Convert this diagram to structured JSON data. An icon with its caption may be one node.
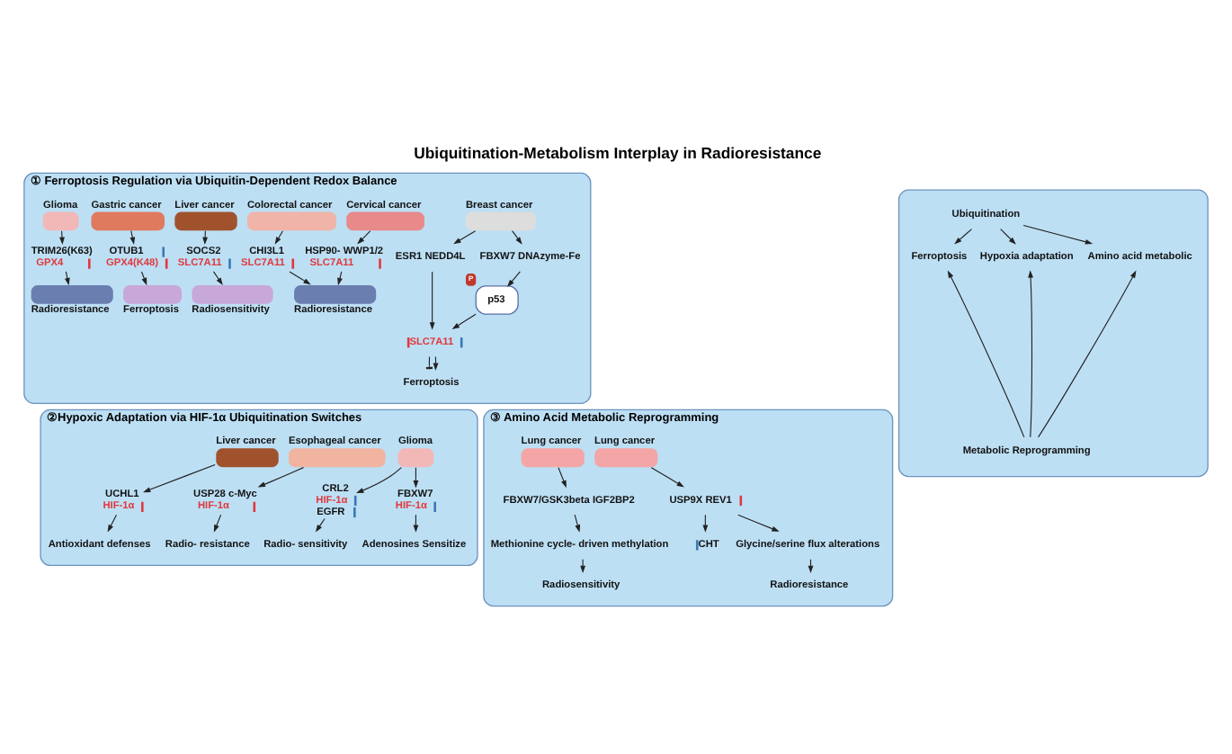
{
  "diagram": {
    "title": "Ubiquitination-Metabolism Interplay in Radioresistance",
    "nodes": [
      {
        "text": [
          "① Ferroptosis Regulation via Ubiquitin-Dependent Redox Balance"
        ]
      },
      {
        "text": [
          "Glioma"
        ],
        "in": 0
      },
      {
        "text": [
          "TRIM26(K63)",
          "GPX4"
        ],
        "in": 0
      },
      {
        "text": [
          "Radioresistance"
        ],
        "in": 0
      },
      {
        "text": [
          "Gastric cancer"
        ],
        "in": 0
      },
      {
        "text": [
          "OTUB1",
          "GPX4(K48)"
        ],
        "in": 0
      },
      {
        "text": [
          "Ferroptosis"
        ],
        "in": 0
      },
      {
        "text": [
          "Liver cancer"
        ],
        "in": 0
      },
      {
        "text": [
          "SOCS2",
          "SLC7A11"
        ],
        "in": 0
      },
      {
        "text": [
          "Radiosensitivity"
        ],
        "in": 0
      },
      {
        "text": [
          "Colorectal cancer"
        ],
        "in": 0
      },
      {
        "text": [
          "CHI3L1",
          "SLC7A11"
        ],
        "in": 0
      },
      {
        "text": [
          "Radioresistance"
        ],
        "in": 0
      },
      {
        "text": [
          "Cervical cancer"
        ],
        "in": 0
      },
      {
        "text": [
          "HSP90- WWP1/2",
          "SLC7A11"
        ],
        "in": 0
      },
      {
        "text": [
          "Breast cancer"
        ],
        "in": 0
      },
      {
        "text": [
          "ESR1 NEDD4L"
        ],
        "in": 0
      },
      {
        "text": [
          "FBXW7 DNAzyme-Fe"
        ],
        "in": 0
      },
      {
        "text": [
          "p53"
        ],
        "beside": [
          "P"
        ],
        "in": 0
      },
      {
        "text": [
          "SLC7A11"
        ],
        "in": 0
      },
      {
        "text": [
          "Ferroptosis"
        ],
        "in": 0
      },
      {
        "text": [
          "②Hypoxic Adaptation via HIF-1α Ubiquitination Switches"
        ]
      },
      {
        "text": [
          "Liver cancer"
        ],
        "in": 21
      },
      {
        "text": [
          "UCHL1",
          "HIF-1α"
        ],
        "in": 21
      },
      {
        "text": [
          "Antioxidant defenses"
        ],
        "in": 21
      },
      {
        "text": [
          "Esophageal cancer"
        ],
        "in": 21
      },
      {
        "text": [
          "USP28 c-Myc",
          "HIF-1α"
        ],
        "in": 21
      },
      {
        "text": [
          "Radio- resistance"
        ],
        "in": 21
      },
      {
        "text": [
          "Glioma"
        ],
        "in": 21
      },
      {
        "text": [
          "CRL2",
          "HIF-1α",
          "EGFR"
        ],
        "in": 21
      },
      {
        "text": [
          "Radio- sensitivity"
        ],
        "in": 21
      },
      {
        "text": [
          "FBXW7",
          "HIF-1α"
        ],
        "in": 21
      },
      {
        "text": [
          "Adenosines Sensitize"
        ],
        "in": 21
      },
      {
        "text": [
          "③ Amino Acid Metabolic Reprogramming"
        ]
      },
      {
        "text": [
          "Lung cancer"
        ],
        "in": 33
      },
      {
        "text": [
          "FBXW7/GSK3beta IGF2BP2"
        ],
        "in": 33
      },
      {
        "text": [
          "Methionine cycle- driven methylation"
        ],
        "in": 33
      },
      {
        "text": [
          "Radiosensitivity"
        ],
        "in": 33
      },
      {
        "text": [
          "Lung cancer"
        ],
        "in": 33
      },
      {
        "text": [
          "USP9X REV1"
        ],
        "in": 33
      },
      {
        "text": [
          "CHT"
        ],
        "in": 33
      },
      {
        "text": [
          "Glycine/serine flux alterations"
        ],
        "in": 33
      },
      {
        "text": [
          "Radioresistance"
        ],
        "in": 33
      },
      {
        "text": [],
        "shape": "box"
      },
      {
        "text": [
          "Ubiquitination"
        ],
        "in": 43
      },
      {
        "text": [
          "Ferroptosis"
        ],
        "in": 43
      },
      {
        "text": [
          "Hypoxia adaptation"
        ],
        "in": 43
      },
      {
        "text": [
          "Amino acid metabolic"
        ],
        "in": 43
      },
      {
        "text": [
          "Metabolic Reprogramming"
        ],
        "in": 43
      }
    ],
    "edges": [
      {
        "from": 1,
        "to": 2,
        "arrow": "to"
      },
      {
        "from": 2,
        "to": 3,
        "arrow": "to"
      },
      {
        "from": 4,
        "to": 5,
        "arrow": "to"
      },
      {
        "from": 5,
        "to": 6,
        "arrow": "to"
      },
      {
        "from": 7,
        "to": 8,
        "arrow": "to"
      },
      {
        "from": 8,
        "to": 9,
        "arrow": "to"
      },
      {
        "from": 10,
        "to": 11,
        "arrow": "to"
      },
      {
        "from": 11,
        "to": 12,
        "arrow": "to"
      },
      {
        "from": 13,
        "to": 14,
        "arrow": "to"
      },
      {
        "from": 14,
        "to": 12,
        "arrow": "to"
      },
      {
        "from": 15,
        "to": 16,
        "arrow": "to"
      },
      {
        "from": 15,
        "to": 17,
        "arrow": "to"
      },
      {
        "from": 17,
        "to": 18,
        "arrow": "to"
      },
      {
        "from": 18,
        "to": 19,
        "arrow": "to"
      },
      {
        "from": 16,
        "to": 19,
        "arrow": "to"
      },
      {
        "from": 19,
        "to": 20,
        "arrow": "other"
      },
      {
        "from": 19,
        "to": 20,
        "arrow": "to"
      },
      {
        "from": 22,
        "to": 23,
        "arrow": "to"
      },
      {
        "from": 23,
        "to": 24,
        "arrow": "to"
      },
      {
        "from": 25,
        "to": 26,
        "arrow": "to"
      },
      {
        "from": 26,
        "to": 27,
        "arrow": "to"
      },
      {
        "from": 28,
        "to": 29,
        "arrow": "to"
      },
      {
        "from": 28,
        "to": 31,
        "arrow": "to"
      },
      {
        "from": 29,
        "to": 30,
        "arrow": "to"
      },
      {
        "from": 31,
        "to": 32,
        "arrow": "to"
      },
      {
        "from": 34,
        "to": 35,
        "arrow": "to"
      },
      {
        "from": 35,
        "to": 36,
        "arrow": "to"
      },
      {
        "from": 36,
        "to": 37,
        "arrow": "to"
      },
      {
        "from": 38,
        "to": 39,
        "arrow": "to"
      },
      {
        "from": 39,
        "to": 40,
        "arrow": "to"
      },
      {
        "from": 39,
        "to": 41,
        "arrow": "to"
      },
      {
        "from": 41,
        "to": 42,
        "arrow": "to"
      },
      {
        "from": 44,
        "to": 45,
        "arrow": "to"
      },
      {
        "from": 44,
        "to": 46,
        "arrow": "to"
      },
      {
        "from": 44,
        "to": 47,
        "arrow": "to"
      },
      {
        "from": 48,
        "to": 45,
        "arrow": "to"
      },
      {
        "from": 48,
        "to": 46,
        "arrow": "to"
      },
      {
        "from": 48,
        "to": 47,
        "arrow": "to"
      }
    ]
  }
}
